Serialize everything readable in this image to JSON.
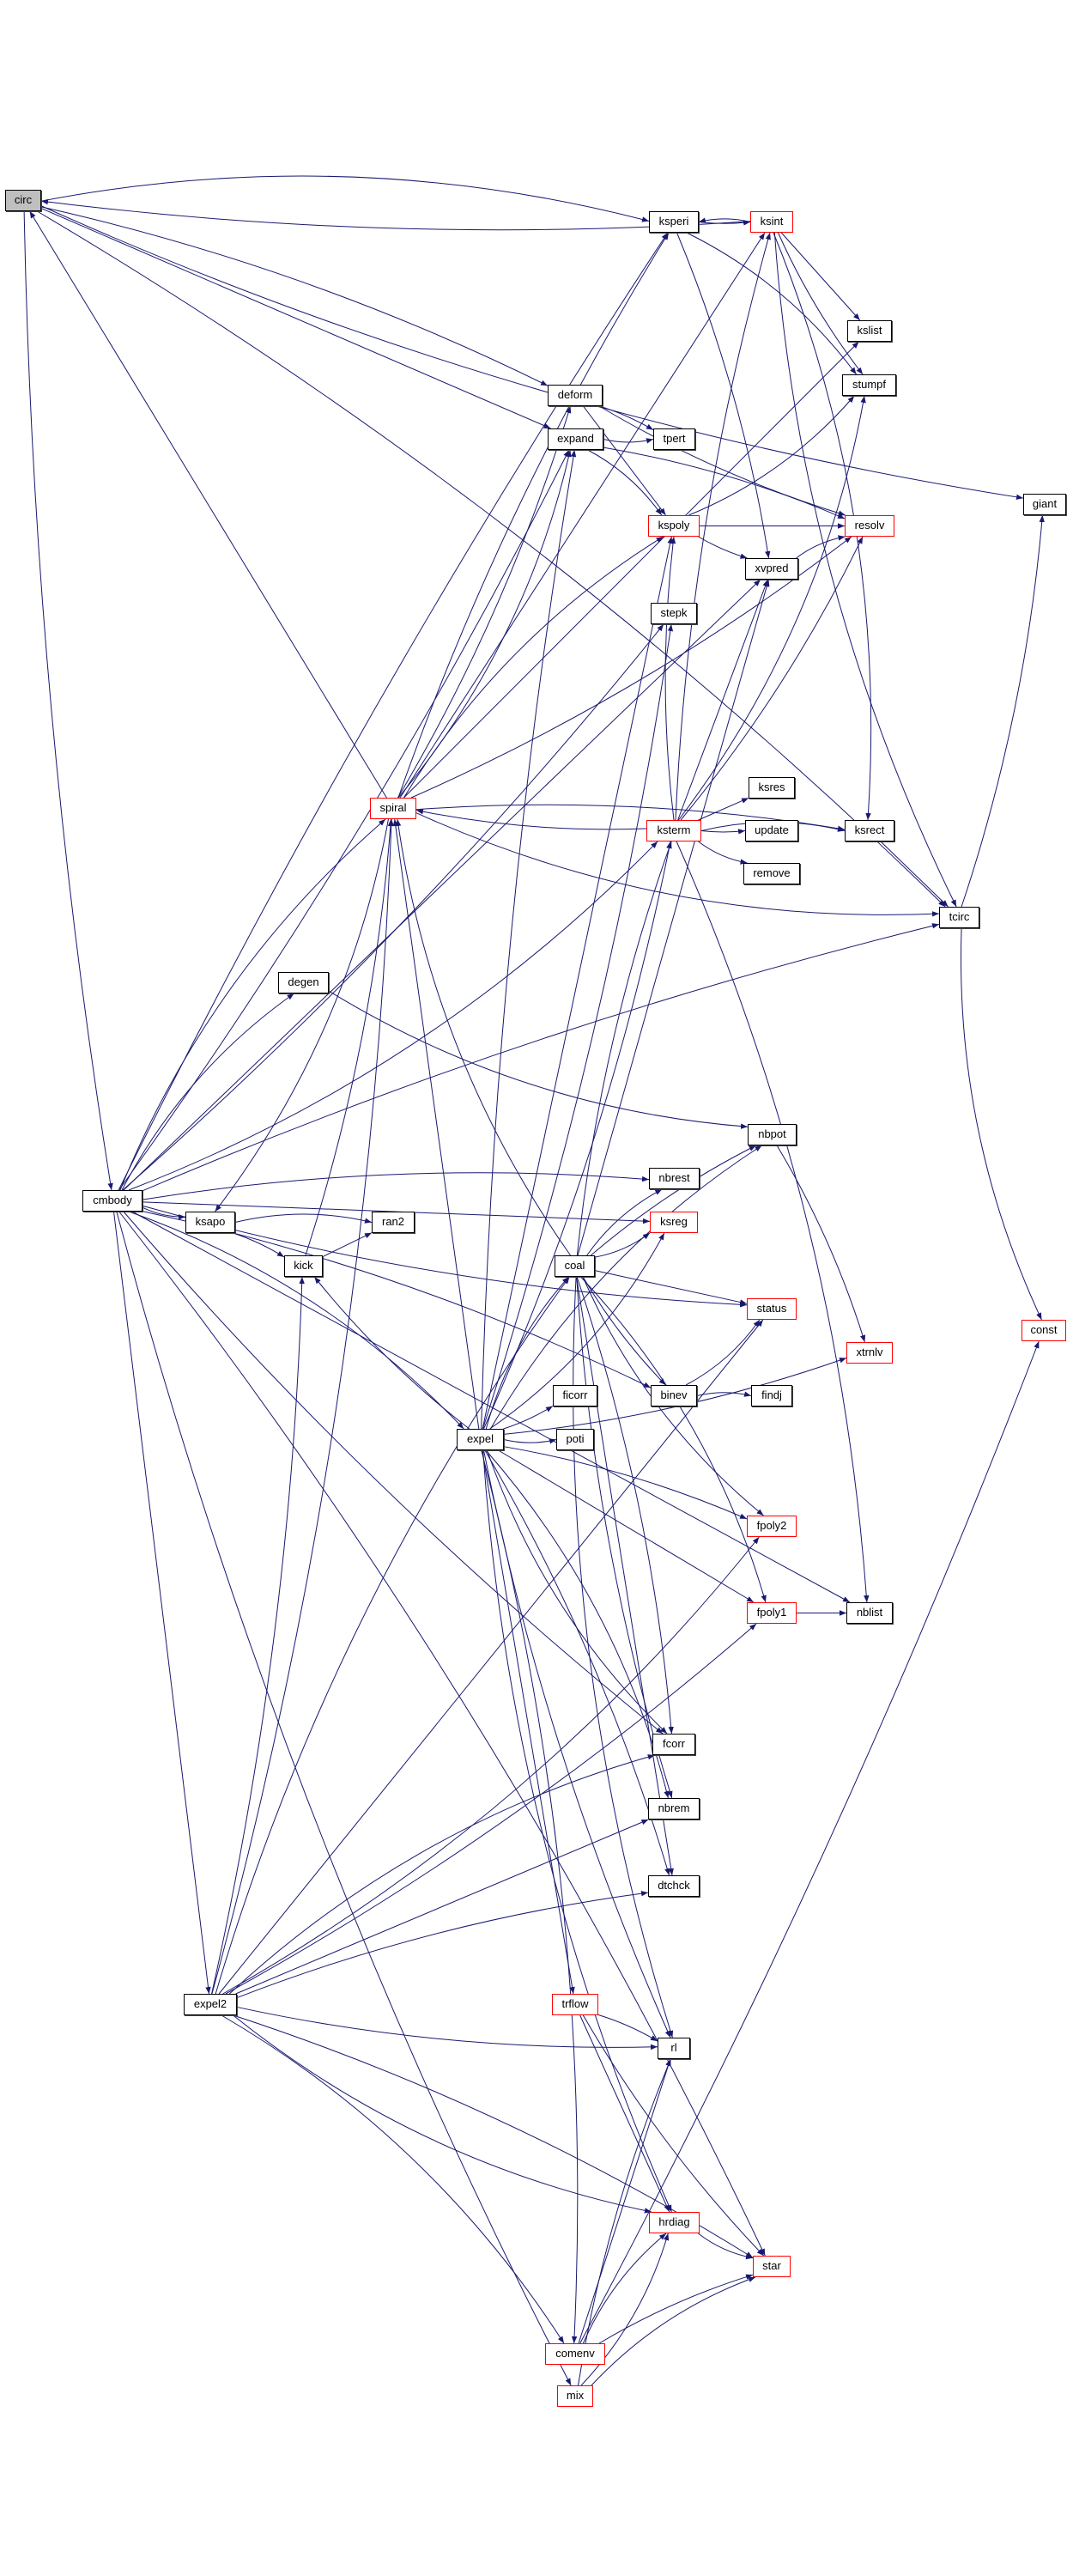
{
  "graph": {
    "title": "circ call graph",
    "edge_color": "#191970",
    "root_fill": "#bfbfbf",
    "truncated_border_color": "#ff0000",
    "nodes": {
      "circ": {
        "label": "circ",
        "truncated": false,
        "root": true
      },
      "ksperi": {
        "label": "ksperi",
        "truncated": false
      },
      "ksint": {
        "label": "ksint",
        "truncated": true
      },
      "kslist": {
        "label": "kslist",
        "truncated": false
      },
      "stumpf": {
        "label": "stumpf",
        "truncated": false
      },
      "deform": {
        "label": "deform",
        "truncated": false
      },
      "tpert": {
        "label": "tpert",
        "truncated": false
      },
      "expand": {
        "label": "expand",
        "truncated": false
      },
      "giant": {
        "label": "giant",
        "truncated": false
      },
      "kspoly": {
        "label": "kspoly",
        "truncated": true
      },
      "resolv": {
        "label": "resolv",
        "truncated": true
      },
      "xvpred": {
        "label": "xvpred",
        "truncated": false
      },
      "stepk": {
        "label": "stepk",
        "truncated": false
      },
      "spiral": {
        "label": "spiral",
        "truncated": true
      },
      "ksres": {
        "label": "ksres",
        "truncated": false
      },
      "ksterm": {
        "label": "ksterm",
        "truncated": true
      },
      "update": {
        "label": "update",
        "truncated": false
      },
      "ksrect": {
        "label": "ksrect",
        "truncated": false
      },
      "remove": {
        "label": "remove",
        "truncated": false
      },
      "tcirc": {
        "label": "tcirc",
        "truncated": false
      },
      "degen": {
        "label": "degen",
        "truncated": false
      },
      "nbpot": {
        "label": "nbpot",
        "truncated": false
      },
      "nbrest": {
        "label": "nbrest",
        "truncated": false
      },
      "cmbody": {
        "label": "cmbody",
        "truncated": false
      },
      "ksapo": {
        "label": "ksapo",
        "truncated": false
      },
      "ran2": {
        "label": "ran2",
        "truncated": false
      },
      "ksreg": {
        "label": "ksreg",
        "truncated": true
      },
      "kick": {
        "label": "kick",
        "truncated": false
      },
      "coal": {
        "label": "coal",
        "truncated": false
      },
      "status": {
        "label": "status",
        "truncated": true
      },
      "const": {
        "label": "const",
        "truncated": true
      },
      "xtrnlv": {
        "label": "xtrnlv",
        "truncated": true
      },
      "ficorr": {
        "label": "ficorr",
        "truncated": false
      },
      "binev": {
        "label": "binev",
        "truncated": false
      },
      "findj": {
        "label": "findj",
        "truncated": false
      },
      "expel": {
        "label": "expel",
        "truncated": false
      },
      "poti": {
        "label": "poti",
        "truncated": false
      },
      "fpoly2": {
        "label": "fpoly2",
        "truncated": true
      },
      "fpoly1": {
        "label": "fpoly1",
        "truncated": true
      },
      "nblist": {
        "label": "nblist",
        "truncated": false
      },
      "fcorr": {
        "label": "fcorr",
        "truncated": false
      },
      "nbrem": {
        "label": "nbrem",
        "truncated": false
      },
      "dtchck": {
        "label": "dtchck",
        "truncated": false
      },
      "expel2": {
        "label": "expel2",
        "truncated": false
      },
      "trflow": {
        "label": "trflow",
        "truncated": true
      },
      "rl": {
        "label": "rl",
        "truncated": false
      },
      "hrdiag": {
        "label": "hrdiag",
        "truncated": true
      },
      "star": {
        "label": "star",
        "truncated": true
      },
      "comenv": {
        "label": "comenv",
        "truncated": true
      },
      "mix": {
        "label": "mix",
        "truncated": true
      }
    },
    "edges": [
      [
        "circ",
        "ksperi"
      ],
      [
        "circ",
        "deform"
      ],
      [
        "circ",
        "expand"
      ],
      [
        "circ",
        "cmbody"
      ],
      [
        "circ",
        "giant"
      ],
      [
        "circ",
        "tcirc"
      ],
      [
        "ksint",
        "circ"
      ],
      [
        "spiral",
        "circ"
      ],
      [
        "ksperi",
        "ksint"
      ],
      [
        "ksint",
        "ksperi"
      ],
      [
        "ksperi",
        "stumpf"
      ],
      [
        "ksperi",
        "xvpred"
      ],
      [
        "ksint",
        "kslist"
      ],
      [
        "ksint",
        "stumpf"
      ],
      [
        "ksint",
        "tcirc"
      ],
      [
        "ksint",
        "ksrect"
      ],
      [
        "deform",
        "tpert"
      ],
      [
        "deform",
        "kspoly"
      ],
      [
        "deform",
        "resolv"
      ],
      [
        "expand",
        "tpert"
      ],
      [
        "expand",
        "kspoly"
      ],
      [
        "expand",
        "resolv"
      ],
      [
        "kspoly",
        "resolv"
      ],
      [
        "kspoly",
        "xvpred"
      ],
      [
        "kspoly",
        "stumpf"
      ],
      [
        "xvpred",
        "resolv"
      ],
      [
        "spiral",
        "ksperi"
      ],
      [
        "spiral",
        "ksint"
      ],
      [
        "spiral",
        "deform"
      ],
      [
        "spiral",
        "expand"
      ],
      [
        "spiral",
        "kspoly"
      ],
      [
        "spiral",
        "ksrect"
      ],
      [
        "spiral",
        "kslist"
      ],
      [
        "spiral",
        "resolv"
      ],
      [
        "spiral",
        "tcirc"
      ],
      [
        "spiral",
        "ksapo"
      ],
      [
        "ksterm",
        "spiral"
      ],
      [
        "ksterm",
        "ksres"
      ],
      [
        "ksterm",
        "update"
      ],
      [
        "ksterm",
        "remove"
      ],
      [
        "ksterm",
        "ksrect"
      ],
      [
        "ksterm",
        "ksint"
      ],
      [
        "ksterm",
        "xvpred"
      ],
      [
        "ksterm",
        "resolv"
      ],
      [
        "ksterm",
        "stumpf"
      ],
      [
        "ksterm",
        "nblist"
      ],
      [
        "ksterm",
        "kspoly"
      ],
      [
        "ksrect",
        "tcirc"
      ],
      [
        "tcirc",
        "giant"
      ],
      [
        "tcirc",
        "const"
      ],
      [
        "cmbody",
        "spiral"
      ],
      [
        "cmbody",
        "ksperi"
      ],
      [
        "cmbody",
        "xvpred"
      ],
      [
        "cmbody",
        "stepk"
      ],
      [
        "cmbody",
        "ksterm"
      ],
      [
        "cmbody",
        "degen"
      ],
      [
        "cmbody",
        "nbrest"
      ],
      [
        "cmbody",
        "ksreg"
      ],
      [
        "cmbody",
        "status"
      ],
      [
        "cmbody",
        "ksapo"
      ],
      [
        "cmbody",
        "expel"
      ],
      [
        "cmbody",
        "binev"
      ],
      [
        "cmbody",
        "expel2"
      ],
      [
        "cmbody",
        "fcorr"
      ],
      [
        "cmbody",
        "mix"
      ],
      [
        "cmbody",
        "star"
      ],
      [
        "cmbody",
        "tcirc"
      ],
      [
        "cmbody",
        "nblist"
      ],
      [
        "cmbody",
        "expand"
      ],
      [
        "degen",
        "nbpot"
      ],
      [
        "ksapo",
        "ran2"
      ],
      [
        "ksapo",
        "kick"
      ],
      [
        "kick",
        "ran2"
      ],
      [
        "kick",
        "spiral"
      ],
      [
        "coal",
        "ksreg"
      ],
      [
        "coal",
        "nbrest"
      ],
      [
        "coal",
        "nbpot"
      ],
      [
        "coal",
        "status"
      ],
      [
        "coal",
        "binev"
      ],
      [
        "coal",
        "fpoly2"
      ],
      [
        "coal",
        "fpoly1"
      ],
      [
        "coal",
        "fcorr"
      ],
      [
        "coal",
        "dtchck"
      ],
      [
        "coal",
        "nbrem"
      ],
      [
        "coal",
        "rl"
      ],
      [
        "coal",
        "spiral"
      ],
      [
        "coal",
        "ksterm"
      ],
      [
        "coal",
        "xvpred"
      ],
      [
        "expel",
        "ficorr"
      ],
      [
        "expel",
        "poti"
      ],
      [
        "expel",
        "coal"
      ],
      [
        "expel",
        "kick"
      ],
      [
        "expel",
        "spiral"
      ],
      [
        "expel",
        "ksterm"
      ],
      [
        "expel",
        "ksreg"
      ],
      [
        "expel",
        "nbpot"
      ],
      [
        "expel",
        "fpoly2"
      ],
      [
        "expel",
        "fpoly1"
      ],
      [
        "expel",
        "xtrnlv"
      ],
      [
        "expel",
        "fcorr"
      ],
      [
        "expel",
        "nbrem"
      ],
      [
        "expel",
        "dtchck"
      ],
      [
        "expel",
        "trflow"
      ],
      [
        "expel",
        "rl"
      ],
      [
        "expel",
        "hrdiag"
      ],
      [
        "expel",
        "comenv"
      ],
      [
        "expel",
        "expand"
      ],
      [
        "expel",
        "kspoly"
      ],
      [
        "expel",
        "stepk"
      ],
      [
        "binev",
        "status"
      ],
      [
        "binev",
        "findj"
      ],
      [
        "nbpot",
        "xtrnlv"
      ],
      [
        "fpoly1",
        "nblist"
      ],
      [
        "expel2",
        "kick"
      ],
      [
        "expel2",
        "spiral"
      ],
      [
        "expel2",
        "coal"
      ],
      [
        "expel2",
        "dtchck"
      ],
      [
        "expel2",
        "nbrem"
      ],
      [
        "expel2",
        "rl"
      ],
      [
        "expel2",
        "hrdiag"
      ],
      [
        "expel2",
        "comenv"
      ],
      [
        "expel2",
        "star"
      ],
      [
        "expel2",
        "status"
      ],
      [
        "expel2",
        "fpoly1"
      ],
      [
        "expel2",
        "fpoly2"
      ],
      [
        "expel2",
        "fcorr"
      ],
      [
        "trflow",
        "rl"
      ],
      [
        "trflow",
        "hrdiag"
      ],
      [
        "trflow",
        "star"
      ],
      [
        "hrdiag",
        "star"
      ],
      [
        "comenv",
        "hrdiag"
      ],
      [
        "comenv",
        "star"
      ],
      [
        "comenv",
        "rl"
      ],
      [
        "comenv",
        "const"
      ],
      [
        "mix",
        "hrdiag"
      ],
      [
        "mix",
        "star"
      ],
      [
        "mix",
        "rl"
      ]
    ]
  }
}
